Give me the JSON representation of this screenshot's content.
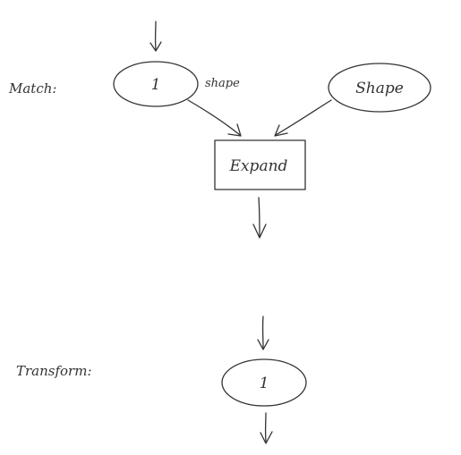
{
  "match": {
    "label": "Match:",
    "input_node": {
      "text": "1",
      "edge_label": "shape"
    },
    "shape_node": {
      "text": "Shape"
    },
    "expand_node": {
      "text": "Expand"
    }
  },
  "transform": {
    "label": "Transform:",
    "output_node": {
      "text": "1"
    }
  },
  "colors": {
    "ink": "#333333",
    "background": "#ffffff"
  }
}
